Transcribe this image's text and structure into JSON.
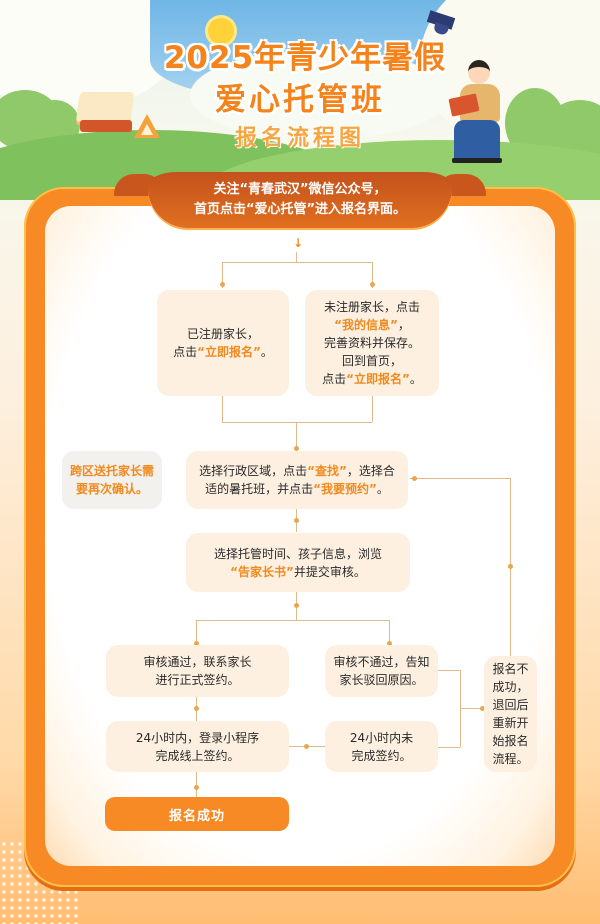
{
  "header": {
    "title_line1": "2025年青少年暑假",
    "title_line2": "爱心托管班",
    "subtitle": "报名流程图"
  },
  "banner": {
    "line1": "关注“青春武汉”微信公众号，",
    "line2": "首页点击“爱心托管”进入报名界面。"
  },
  "colors": {
    "accent": "#f78a24",
    "highlight": "#f08a1f",
    "box_bg": "#fdf0e0",
    "banner": "#c4521c"
  },
  "flow": {
    "registered": {
      "line1": "已注册家长，",
      "line2_pre": "点击",
      "line2_hl": "“立即报名”",
      "line2_post": "。"
    },
    "unregistered": {
      "line1": "未注册家长，点击",
      "line2_hl": "“我的信息”",
      "line2_post": "，",
      "line3": "完善资料并保存。",
      "line4": "回到首页，",
      "line5_pre": "点击",
      "line5_hl": "“立即报名”",
      "line5_post": "。"
    },
    "cross_district_note": {
      "line1": "跨区送托家长需",
      "line2": "要再次确认。"
    },
    "select_district": {
      "line1_pre": "选择行政区域，点击",
      "line1_hl": "“查找”",
      "line1_post": "，选择合",
      "line2_pre": "适的暑托班，并点击",
      "line2_hl": "“我要预约”",
      "line2_post": "。"
    },
    "select_time": {
      "line1": "选择托管时间、孩子信息，浏览",
      "line2_hl": "“告家长书”",
      "line2_post": "并提交审核。"
    },
    "approved": {
      "line1": "审核通过，联系家长",
      "line2": "进行正式签约。"
    },
    "rejected": {
      "line1": "审核不通过，告知",
      "line2": "家长驳回原因。"
    },
    "sign_online": {
      "line1": "24小时内，登录小程序",
      "line2": "完成线上签约。"
    },
    "not_signed": {
      "line1": "24小时内未",
      "line2": "完成签约。"
    },
    "failed": {
      "lines": [
        "报名不",
        "成功，",
        "退回后",
        "重新开",
        "始报名",
        "流程。"
      ]
    },
    "success_label": "报名成功"
  },
  "icons": {
    "down_arrow": "↓"
  }
}
